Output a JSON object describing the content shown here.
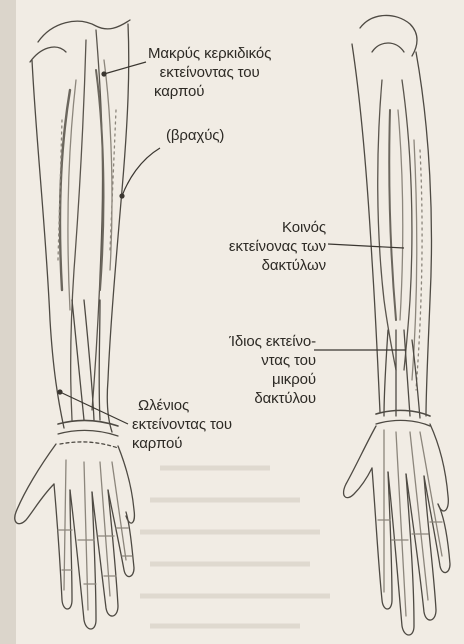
{
  "figure": {
    "colors": {
      "paper": "#f1ece4",
      "paper_shade": "#ddd6ca",
      "line": "#4e4a43",
      "line_light": "#8c867c",
      "text": "#2d2a25"
    },
    "labels": {
      "extensor_carpi_radialis_longus": {
        "line1": "Μακρύς κερκιδικός",
        "line2": "εκτείνοντας του",
        "line3": "καρπού"
      },
      "extensor_carpi_radialis_brevis": {
        "line1": "(βραχύς)"
      },
      "extensor_digitorum": {
        "line1": "Κοινός",
        "line2": "εκτείνονας των",
        "line3": "δακτύλων"
      },
      "extensor_digiti_minimi": {
        "line1": "Ίδιος εκτείνο-",
        "line2": "ντας του",
        "line3": "μικρού",
        "line4": "δακτύλου"
      },
      "extensor_carpi_ulnaris": {
        "line1": "Ωλένιος",
        "line2": "εκτείνοντας του",
        "line3": "καρπού"
      }
    }
  }
}
